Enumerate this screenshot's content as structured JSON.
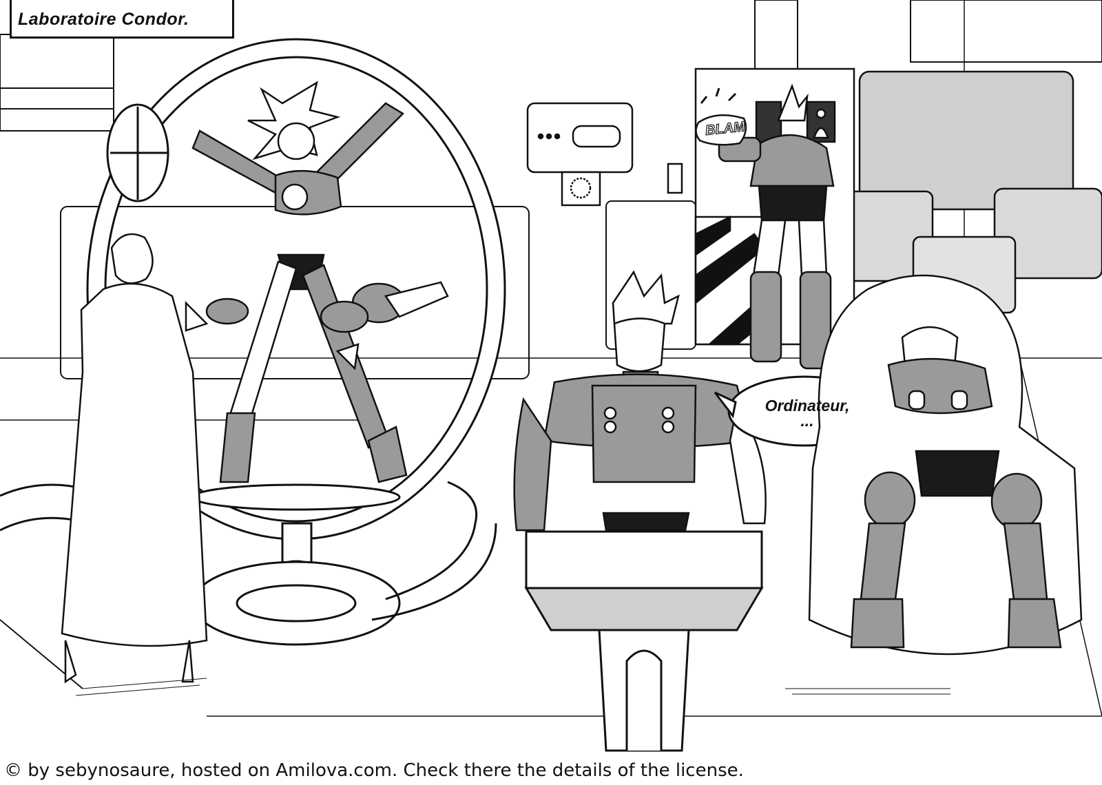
{
  "caption": {
    "location": "Laboratoire Condor."
  },
  "speech": {
    "line1": "Ordinateur,",
    "line2": "..."
  },
  "sfx": {
    "sound": "BLAM"
  },
  "credit": {
    "text": "© by sebynosaure, hosted on Amilova.com. Check there the details of the license."
  },
  "colors": {
    "ink": "#111111",
    "paper": "#ffffff",
    "gray_armor": "#9a9a9a",
    "light_gray": "#cfcfcf",
    "dark": "#1a1a1a"
  }
}
